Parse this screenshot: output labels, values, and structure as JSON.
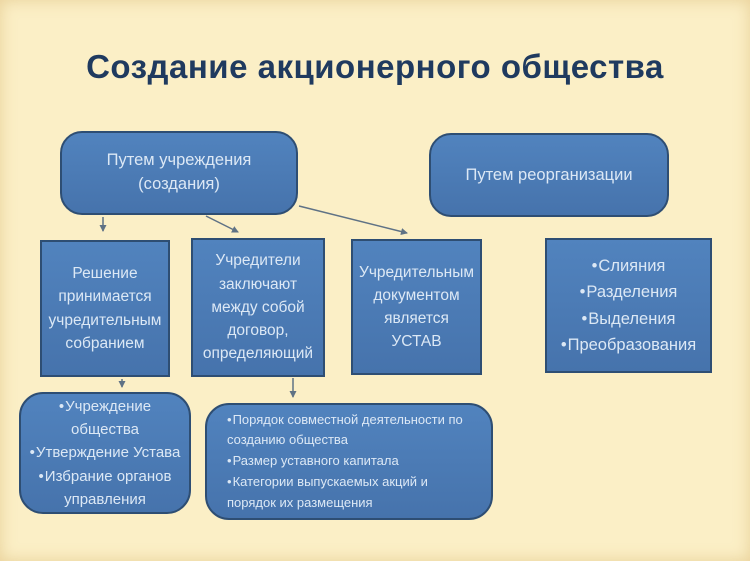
{
  "slide": {
    "title": "Создание акционерного общества"
  },
  "colors": {
    "background": "#FBEFC6",
    "box_fill": "#4A7AB6",
    "box_border": "#2E4E73",
    "box_text": "#DCE8F5",
    "title_text": "#1F3A5F",
    "connector": "#5F7285"
  },
  "boxes": {
    "founding": {
      "label": "Путем учреждения (создания)"
    },
    "reorganization": {
      "label": "Путем реорганизации"
    },
    "decision": {
      "label": "Решение принимается учредительным собранием"
    },
    "founders_contract": {
      "label": "Учредители заключают между собой договор, определяющий"
    },
    "charter": {
      "label": "Учредительным документом является УСТАВ"
    },
    "reorganization_types": {
      "items": [
        "Слияния",
        "Разделения",
        "Выделения",
        "Преобразования"
      ]
    },
    "founding_actions": {
      "items": [
        "Учреждение общества",
        "Утверждение Устава",
        "Избрание органов управления"
      ]
    },
    "contract_contents": {
      "items": [
        "Порядок совместной деятельности по созданию общества",
        "Размер уставного капитала",
        "Категории выпускаемых акций и порядок их размещения"
      ]
    }
  }
}
